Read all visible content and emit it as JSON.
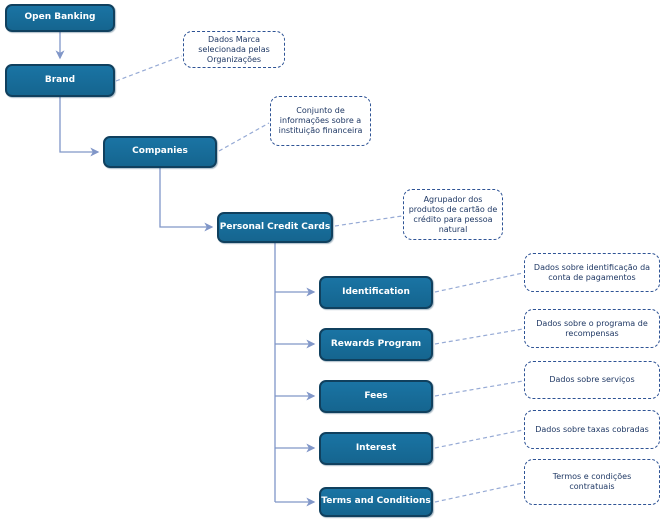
{
  "diagram": {
    "nodes": [
      {
        "id": "open-banking",
        "label": "Open Banking"
      },
      {
        "id": "brand",
        "label": "Brand"
      },
      {
        "id": "companies",
        "label": "Companies"
      },
      {
        "id": "personal-credit-cards",
        "label": "Personal Credit Cards"
      },
      {
        "id": "identification",
        "label": "Identification"
      },
      {
        "id": "rewards-program",
        "label": "Rewards Program"
      },
      {
        "id": "fees",
        "label": "Fees"
      },
      {
        "id": "interest",
        "label": "Interest"
      },
      {
        "id": "terms-and-conditions",
        "label": "Terms and Conditions"
      }
    ],
    "annotations": [
      {
        "for": "brand",
        "text": "Dados Marca selecionada pelas Organizações"
      },
      {
        "for": "companies",
        "text": "Conjunto de informações sobre a instituição financeira"
      },
      {
        "for": "personal-credit-cards",
        "text": "Agrupador dos produtos de cartão de crédito para pessoa natural"
      },
      {
        "for": "identification",
        "text": "Dados sobre identificação da conta de pagamentos"
      },
      {
        "for": "rewards-program",
        "text": "Dados sobre o programa de recompensas"
      },
      {
        "for": "fees",
        "text": "Dados sobre serviços"
      },
      {
        "for": "interest",
        "text": "Dados sobre taxas cobradas"
      },
      {
        "for": "terms-and-conditions",
        "text": "Termos e condições contratuais"
      }
    ],
    "colors": {
      "node_fill": "#1A74A4",
      "node_fill_bottom": "#15658F",
      "node_border": "#10405E",
      "node_text": "#FFFFFF",
      "connector": "#8096C8",
      "annotation_border": "#2E5395",
      "annotation_text": "#1F3864",
      "annotation_connector": "#96AAD5"
    }
  }
}
